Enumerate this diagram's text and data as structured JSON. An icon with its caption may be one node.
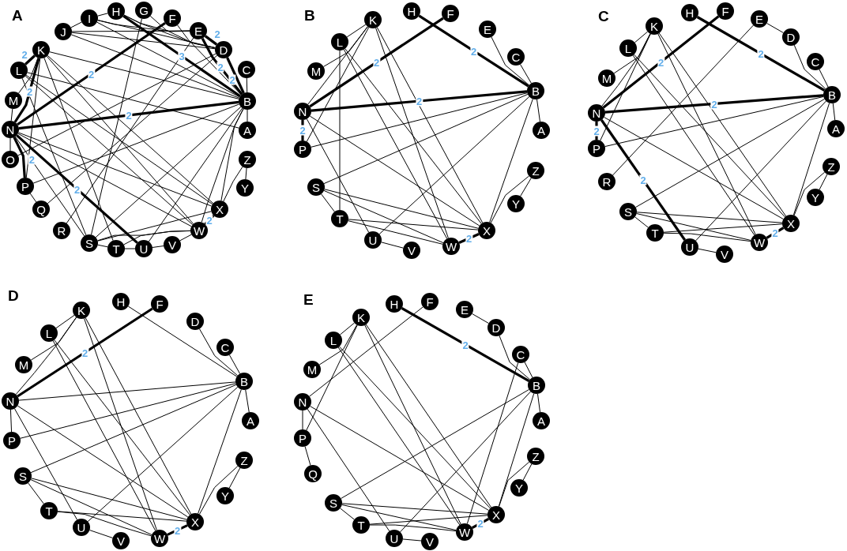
{
  "diagram": {
    "nodes": [
      {
        "text": [
          "A"
        ]
      },
      {
        "text": [
          "B"
        ]
      },
      {
        "text": [
          "C"
        ]
      },
      {
        "text": [
          "D"
        ]
      },
      {
        "text": [
          "E"
        ]
      },
      {
        "text": [
          "F"
        ]
      },
      {
        "text": [
          "G"
        ]
      },
      {
        "text": [
          "H"
        ]
      },
      {
        "text": [
          "I"
        ]
      },
      {
        "text": [
          "J"
        ]
      },
      {
        "text": [
          "K"
        ]
      },
      {
        "text": [
          "L"
        ]
      },
      {
        "text": [
          "M"
        ]
      },
      {
        "text": [
          "N"
        ]
      },
      {
        "text": [
          "O"
        ]
      },
      {
        "text": [
          "P"
        ]
      },
      {
        "text": [
          "Q"
        ]
      },
      {
        "text": [
          "R"
        ]
      },
      {
        "text": [
          "S"
        ]
      },
      {
        "text": [
          "T"
        ]
      },
      {
        "text": [
          "U"
        ]
      },
      {
        "text": [
          "V"
        ]
      },
      {
        "text": [
          "W"
        ]
      },
      {
        "text": [
          "X"
        ]
      },
      {
        "text": [
          "Y"
        ]
      },
      {
        "text": [
          "Z"
        ]
      },
      {
        "text": [
          "A"
        ]
      },
      {
        "text": [
          "B"
        ]
      },
      {
        "text": [
          "C"
        ]
      },
      {
        "text": [
          "E"
        ]
      },
      {
        "text": [
          "F"
        ]
      },
      {
        "text": [
          "H"
        ]
      },
      {
        "text": [
          "K"
        ]
      },
      {
        "text": [
          "L"
        ]
      },
      {
        "text": [
          "M"
        ]
      },
      {
        "text": [
          "N"
        ]
      },
      {
        "text": [
          "P"
        ]
      },
      {
        "text": [
          "S"
        ]
      },
      {
        "text": [
          "T"
        ]
      },
      {
        "text": [
          "U"
        ]
      },
      {
        "text": [
          "V"
        ]
      },
      {
        "text": [
          "W"
        ]
      },
      {
        "text": [
          "X"
        ]
      },
      {
        "text": [
          "Y"
        ]
      },
      {
        "text": [
          "Z"
        ]
      },
      {
        "text": [
          "A"
        ]
      },
      {
        "text": [
          "B"
        ]
      },
      {
        "text": [
          "C"
        ]
      },
      {
        "text": [
          "D"
        ]
      },
      {
        "text": [
          "E"
        ]
      },
      {
        "text": [
          "F"
        ]
      },
      {
        "text": [
          "H"
        ]
      },
      {
        "text": [
          "K"
        ]
      },
      {
        "text": [
          "L"
        ]
      },
      {
        "text": [
          "M"
        ]
      },
      {
        "text": [
          "N"
        ]
      },
      {
        "text": [
          "P"
        ]
      },
      {
        "text": [
          "R"
        ]
      },
      {
        "text": [
          "S"
        ]
      },
      {
        "text": [
          "T"
        ]
      },
      {
        "text": [
          "U"
        ]
      },
      {
        "text": [
          "V"
        ]
      },
      {
        "text": [
          "W"
        ]
      },
      {
        "text": [
          "X"
        ]
      },
      {
        "text": [
          "Y"
        ]
      },
      {
        "text": [
          "Z"
        ]
      },
      {
        "text": [
          "A"
        ]
      },
      {
        "text": [
          "B"
        ]
      },
      {
        "text": [
          "C"
        ]
      },
      {
        "text": [
          "D"
        ]
      },
      {
        "text": [
          "F"
        ]
      },
      {
        "text": [
          "H"
        ]
      },
      {
        "text": [
          "K"
        ]
      },
      {
        "text": [
          "L"
        ]
      },
      {
        "text": [
          "M"
        ]
      },
      {
        "text": [
          "N"
        ]
      },
      {
        "text": [
          "P"
        ]
      },
      {
        "text": [
          "S"
        ]
      },
      {
        "text": [
          "T"
        ]
      },
      {
        "text": [
          "U"
        ]
      },
      {
        "text": [
          "V"
        ]
      },
      {
        "text": [
          "W"
        ]
      },
      {
        "text": [
          "X"
        ]
      },
      {
        "text": [
          "Y"
        ]
      },
      {
        "text": [
          "Z"
        ]
      },
      {
        "text": [
          "A"
        ]
      },
      {
        "text": [
          "B"
        ]
      },
      {
        "text": [
          "C"
        ]
      },
      {
        "text": [
          "D"
        ]
      },
      {
        "text": [
          "E"
        ]
      },
      {
        "text": [
          "F"
        ]
      },
      {
        "text": [
          "H"
        ]
      },
      {
        "text": [
          "K"
        ]
      },
      {
        "text": [
          "L"
        ]
      },
      {
        "text": [
          "M"
        ]
      },
      {
        "text": [
          "N"
        ]
      },
      {
        "text": [
          "P"
        ]
      },
      {
        "text": [
          "Q"
        ]
      },
      {
        "text": [
          "S"
        ]
      },
      {
        "text": [
          "T"
        ]
      },
      {
        "text": [
          "U"
        ]
      },
      {
        "text": [
          "V"
        ]
      },
      {
        "text": [
          "W"
        ]
      },
      {
        "text": [
          "X"
        ]
      },
      {
        "text": [
          "Y"
        ]
      },
      {
        "text": [
          "Z"
        ]
      }
    ],
    "edges": [
      {
        "from": 9,
        "to": 8,
        "arrow": "none"
      },
      {
        "from": 8,
        "to": 7,
        "arrow": "none"
      },
      {
        "from": 9,
        "to": 4,
        "arrow": "none"
      },
      {
        "from": 9,
        "to": 3,
        "arrow": "none"
      },
      {
        "from": 8,
        "to": 4,
        "arrow": "none"
      },
      {
        "from": 8,
        "to": 3,
        "arrow": "none"
      },
      {
        "from": 8,
        "to": 1,
        "arrow": "none"
      },
      {
        "from": 7,
        "to": 4,
        "arrow": "none"
      },
      {
        "from": 7,
        "to": 3,
        "arrow": "none"
      },
      {
        "from": 7,
        "to": 1,
        "arrow": "none",
        "style": "thick",
        "label": "3"
      },
      {
        "from": 6,
        "to": 3,
        "arrow": "none"
      },
      {
        "from": 6,
        "to": 18,
        "arrow": "none"
      },
      {
        "from": 5,
        "to": 13,
        "arrow": "none",
        "style": "thick",
        "label": "2"
      },
      {
        "from": 5,
        "to": 1,
        "arrow": "none"
      },
      {
        "from": 4,
        "to": 3,
        "arrow": "none",
        "style": "thick",
        "label": "2"
      },
      {
        "from": 4,
        "to": 1,
        "arrow": "none",
        "style": "thick",
        "label": "2"
      },
      {
        "from": 3,
        "to": 1,
        "arrow": "none",
        "style": "thick",
        "label": "2"
      },
      {
        "from": 2,
        "to": 1,
        "arrow": "none"
      },
      {
        "from": 1,
        "to": 0,
        "arrow": "none"
      },
      {
        "from": 4,
        "to": 17,
        "arrow": "none"
      },
      {
        "from": 3,
        "to": 16,
        "arrow": "none"
      },
      {
        "from": 3,
        "to": 14,
        "arrow": "none"
      },
      {
        "from": 10,
        "to": 11,
        "arrow": "none",
        "style": "thick",
        "label": "2"
      },
      {
        "from": 10,
        "to": 13,
        "arrow": "none",
        "style": "thick",
        "label": "2"
      },
      {
        "from": 10,
        "to": 12,
        "arrow": "none"
      },
      {
        "from": 10,
        "to": 15,
        "arrow": "none"
      },
      {
        "from": 10,
        "to": 1,
        "arrow": "none"
      },
      {
        "from": 10,
        "to": 23,
        "arrow": "none"
      },
      {
        "from": 10,
        "to": 22,
        "arrow": "none"
      },
      {
        "from": 10,
        "to": 19,
        "arrow": "none"
      },
      {
        "from": 11,
        "to": 0,
        "arrow": "none"
      },
      {
        "from": 11,
        "to": 23,
        "arrow": "none"
      },
      {
        "from": 11,
        "to": 22,
        "arrow": "none"
      },
      {
        "from": 11,
        "to": 18,
        "arrow": "none"
      },
      {
        "from": 12,
        "to": 13,
        "arrow": "none"
      },
      {
        "from": 13,
        "to": 14,
        "arrow": "none"
      },
      {
        "from": 13,
        "to": 15,
        "arrow": "none",
        "style": "thick",
        "label": "2"
      },
      {
        "from": 13,
        "to": 1,
        "arrow": "none",
        "style": "thick",
        "label": "2"
      },
      {
        "from": 13,
        "to": 20,
        "arrow": "none",
        "style": "thick",
        "label": "2"
      },
      {
        "from": 13,
        "to": 23,
        "arrow": "none"
      },
      {
        "from": 13,
        "to": 22,
        "arrow": "none"
      },
      {
        "from": 13,
        "to": 18,
        "arrow": "none"
      },
      {
        "from": 15,
        "to": 16,
        "arrow": "none"
      },
      {
        "from": 15,
        "to": 1,
        "arrow": "none"
      },
      {
        "from": 18,
        "to": 1,
        "arrow": "none"
      },
      {
        "from": 18,
        "to": 23,
        "arrow": "none"
      },
      {
        "from": 18,
        "to": 22,
        "arrow": "none"
      },
      {
        "from": 18,
        "to": 19,
        "arrow": "none"
      },
      {
        "from": 19,
        "to": 20,
        "arrow": "none"
      },
      {
        "from": 19,
        "to": 22,
        "arrow": "none"
      },
      {
        "from": 20,
        "to": 21,
        "arrow": "none"
      },
      {
        "from": 21,
        "to": 22,
        "arrow": "none"
      },
      {
        "from": 20,
        "to": 1,
        "arrow": "none"
      },
      {
        "from": 22,
        "to": 23,
        "arrow": "none",
        "style": "thick",
        "label": "2"
      },
      {
        "from": 23,
        "to": 1,
        "arrow": "none"
      },
      {
        "from": 22,
        "to": 1,
        "arrow": "none"
      },
      {
        "from": 25,
        "to": 24,
        "arrow": "none"
      },
      {
        "from": 25,
        "to": 23,
        "arrow": "none"
      },
      {
        "from": 9,
        "to": 1,
        "arrow": "none"
      },
      {
        "from": 31,
        "to": 27,
        "arrow": "none",
        "style": "thick",
        "label": "2"
      },
      {
        "from": 30,
        "to": 35,
        "arrow": "none",
        "style": "thick",
        "label": "2"
      },
      {
        "from": 29,
        "to": 27,
        "arrow": "none"
      },
      {
        "from": 28,
        "to": 27,
        "arrow": "none"
      },
      {
        "from": 27,
        "to": 26,
        "arrow": "none"
      },
      {
        "from": 32,
        "to": 33,
        "arrow": "none"
      },
      {
        "from": 32,
        "to": 34,
        "arrow": "none"
      },
      {
        "from": 32,
        "to": 35,
        "arrow": "none"
      },
      {
        "from": 32,
        "to": 36,
        "arrow": "none"
      },
      {
        "from": 33,
        "to": 38,
        "arrow": "none"
      },
      {
        "from": 33,
        "to": 41,
        "arrow": "none"
      },
      {
        "from": 33,
        "to": 42,
        "arrow": "none"
      },
      {
        "from": 32,
        "to": 41,
        "arrow": "none"
      },
      {
        "from": 32,
        "to": 42,
        "arrow": "none"
      },
      {
        "from": 35,
        "to": 27,
        "arrow": "none",
        "style": "thick",
        "label": "2"
      },
      {
        "from": 35,
        "to": 36,
        "arrow": "none",
        "style": "thick",
        "label": "2"
      },
      {
        "from": 36,
        "to": 27,
        "arrow": "none"
      },
      {
        "from": 37,
        "to": 27,
        "arrow": "none"
      },
      {
        "from": 39,
        "to": 27,
        "arrow": "none"
      },
      {
        "from": 42,
        "to": 27,
        "arrow": "none"
      },
      {
        "from": 35,
        "to": 42,
        "arrow": "none"
      },
      {
        "from": 35,
        "to": 39,
        "arrow": "none"
      },
      {
        "from": 44,
        "to": 43,
        "arrow": "none"
      },
      {
        "from": 44,
        "to": 42,
        "arrow": "none"
      },
      {
        "from": 37,
        "to": 38,
        "arrow": "none"
      },
      {
        "from": 37,
        "to": 42,
        "arrow": "none"
      },
      {
        "from": 37,
        "to": 41,
        "arrow": "none"
      },
      {
        "from": 38,
        "to": 42,
        "arrow": "none"
      },
      {
        "from": 38,
        "to": 41,
        "arrow": "none"
      },
      {
        "from": 39,
        "to": 40,
        "arrow": "none"
      },
      {
        "from": 41,
        "to": 42,
        "arrow": "none",
        "style": "thick",
        "label": "2"
      },
      {
        "from": 51,
        "to": 46,
        "arrow": "none",
        "style": "thick",
        "label": "2"
      },
      {
        "from": 50,
        "to": 55,
        "arrow": "none",
        "style": "thick",
        "label": "2"
      },
      {
        "from": 49,
        "to": 57,
        "arrow": "none"
      },
      {
        "from": 49,
        "to": 48,
        "arrow": "none"
      },
      {
        "from": 48,
        "to": 46,
        "arrow": "none"
      },
      {
        "from": 47,
        "to": 46,
        "arrow": "none"
      },
      {
        "from": 46,
        "to": 45,
        "arrow": "none"
      },
      {
        "from": 52,
        "to": 53,
        "arrow": "none"
      },
      {
        "from": 52,
        "to": 54,
        "arrow": "none"
      },
      {
        "from": 52,
        "to": 55,
        "arrow": "none"
      },
      {
        "from": 52,
        "to": 56,
        "arrow": "none"
      },
      {
        "from": 53,
        "to": 62,
        "arrow": "none"
      },
      {
        "from": 53,
        "to": 63,
        "arrow": "none"
      },
      {
        "from": 52,
        "to": 62,
        "arrow": "none"
      },
      {
        "from": 52,
        "to": 63,
        "arrow": "none"
      },
      {
        "from": 55,
        "to": 46,
        "arrow": "none",
        "style": "thick",
        "label": "2"
      },
      {
        "from": 55,
        "to": 56,
        "arrow": "none",
        "style": "thick",
        "label": "2"
      },
      {
        "from": 55,
        "to": 60,
        "arrow": "none",
        "style": "thick",
        "label": "2"
      },
      {
        "from": 55,
        "to": 63,
        "arrow": "none"
      },
      {
        "from": 56,
        "to": 46,
        "arrow": "none"
      },
      {
        "from": 58,
        "to": 46,
        "arrow": "none"
      },
      {
        "from": 60,
        "to": 46,
        "arrow": "none"
      },
      {
        "from": 63,
        "to": 46,
        "arrow": "none"
      },
      {
        "from": 65,
        "to": 64,
        "arrow": "none"
      },
      {
        "from": 65,
        "to": 63,
        "arrow": "none"
      },
      {
        "from": 58,
        "to": 59,
        "arrow": "none"
      },
      {
        "from": 58,
        "to": 63,
        "arrow": "none"
      },
      {
        "from": 58,
        "to": 62,
        "arrow": "none"
      },
      {
        "from": 59,
        "to": 63,
        "arrow": "none"
      },
      {
        "from": 59,
        "to": 62,
        "arrow": "none"
      },
      {
        "from": 60,
        "to": 61,
        "arrow": "none"
      },
      {
        "from": 62,
        "to": 63,
        "arrow": "none",
        "style": "thick",
        "label": "2"
      },
      {
        "from": 71,
        "to": 67,
        "arrow": "none"
      },
      {
        "from": 70,
        "to": 75,
        "arrow": "none",
        "style": "thick",
        "label": "2"
      },
      {
        "from": 69,
        "to": 67,
        "arrow": "none"
      },
      {
        "from": 68,
        "to": 67,
        "arrow": "none"
      },
      {
        "from": 67,
        "to": 66,
        "arrow": "none"
      },
      {
        "from": 72,
        "to": 73,
        "arrow": "none"
      },
      {
        "from": 72,
        "to": 74,
        "arrow": "none"
      },
      {
        "from": 72,
        "to": 75,
        "arrow": "none"
      },
      {
        "from": 75,
        "to": 67,
        "arrow": "none"
      },
      {
        "from": 76,
        "to": 67,
        "arrow": "none"
      },
      {
        "from": 77,
        "to": 67,
        "arrow": "none"
      },
      {
        "from": 79,
        "to": 67,
        "arrow": "none"
      },
      {
        "from": 82,
        "to": 67,
        "arrow": "none"
      },
      {
        "from": 75,
        "to": 76,
        "arrow": "none"
      },
      {
        "from": 75,
        "to": 82,
        "arrow": "none"
      },
      {
        "from": 75,
        "to": 79,
        "arrow": "none"
      },
      {
        "from": 73,
        "to": 81,
        "arrow": "none"
      },
      {
        "from": 73,
        "to": 82,
        "arrow": "none"
      },
      {
        "from": 72,
        "to": 81,
        "arrow": "none"
      },
      {
        "from": 72,
        "to": 82,
        "arrow": "none"
      },
      {
        "from": 84,
        "to": 83,
        "arrow": "none"
      },
      {
        "from": 84,
        "to": 82,
        "arrow": "none"
      },
      {
        "from": 77,
        "to": 78,
        "arrow": "none"
      },
      {
        "from": 77,
        "to": 82,
        "arrow": "none"
      },
      {
        "from": 77,
        "to": 81,
        "arrow": "none"
      },
      {
        "from": 78,
        "to": 82,
        "arrow": "none"
      },
      {
        "from": 78,
        "to": 81,
        "arrow": "none"
      },
      {
        "from": 79,
        "to": 80,
        "arrow": "none"
      },
      {
        "from": 81,
        "to": 82,
        "arrow": "none",
        "style": "thick",
        "label": "2"
      },
      {
        "from": 91,
        "to": 86,
        "arrow": "none",
        "style": "thick",
        "label": "2"
      },
      {
        "from": 90,
        "to": 95,
        "arrow": "none"
      },
      {
        "from": 89,
        "to": 88,
        "arrow": "none"
      },
      {
        "from": 88,
        "to": 86,
        "arrow": "none"
      },
      {
        "from": 87,
        "to": 86,
        "arrow": "none"
      },
      {
        "from": 87,
        "to": 102,
        "arrow": "none"
      },
      {
        "from": 86,
        "to": 85,
        "arrow": "none"
      },
      {
        "from": 86,
        "to": 98,
        "arrow": "none"
      },
      {
        "from": 86,
        "to": 100,
        "arrow": "none"
      },
      {
        "from": 86,
        "to": 103,
        "arrow": "none"
      },
      {
        "from": 92,
        "to": 93,
        "arrow": "none"
      },
      {
        "from": 92,
        "to": 94,
        "arrow": "none"
      },
      {
        "from": 92,
        "to": 96,
        "arrow": "none"
      },
      {
        "from": 92,
        "to": 102,
        "arrow": "none"
      },
      {
        "from": 92,
        "to": 103,
        "arrow": "none"
      },
      {
        "from": 93,
        "to": 102,
        "arrow": "none"
      },
      {
        "from": 93,
        "to": 103,
        "arrow": "none"
      },
      {
        "from": 95,
        "to": 96,
        "arrow": "none"
      },
      {
        "from": 96,
        "to": 97,
        "arrow": "none"
      },
      {
        "from": 95,
        "to": 103,
        "arrow": "none"
      },
      {
        "from": 95,
        "to": 100,
        "arrow": "none"
      },
      {
        "from": 105,
        "to": 104,
        "arrow": "none"
      },
      {
        "from": 105,
        "to": 103,
        "arrow": "none"
      },
      {
        "from": 98,
        "to": 99,
        "arrow": "none"
      },
      {
        "from": 98,
        "to": 103,
        "arrow": "none"
      },
      {
        "from": 98,
        "to": 102,
        "arrow": "none"
      },
      {
        "from": 99,
        "to": 103,
        "arrow": "none"
      },
      {
        "from": 99,
        "to": 102,
        "arrow": "none"
      },
      {
        "from": 100,
        "to": 101,
        "arrow": "none"
      },
      {
        "from": 102,
        "to": 103,
        "arrow": "none",
        "style": "thick",
        "label": "2"
      }
    ],
    "labels": [
      "A",
      "B",
      "C",
      "D",
      "E"
    ]
  }
}
